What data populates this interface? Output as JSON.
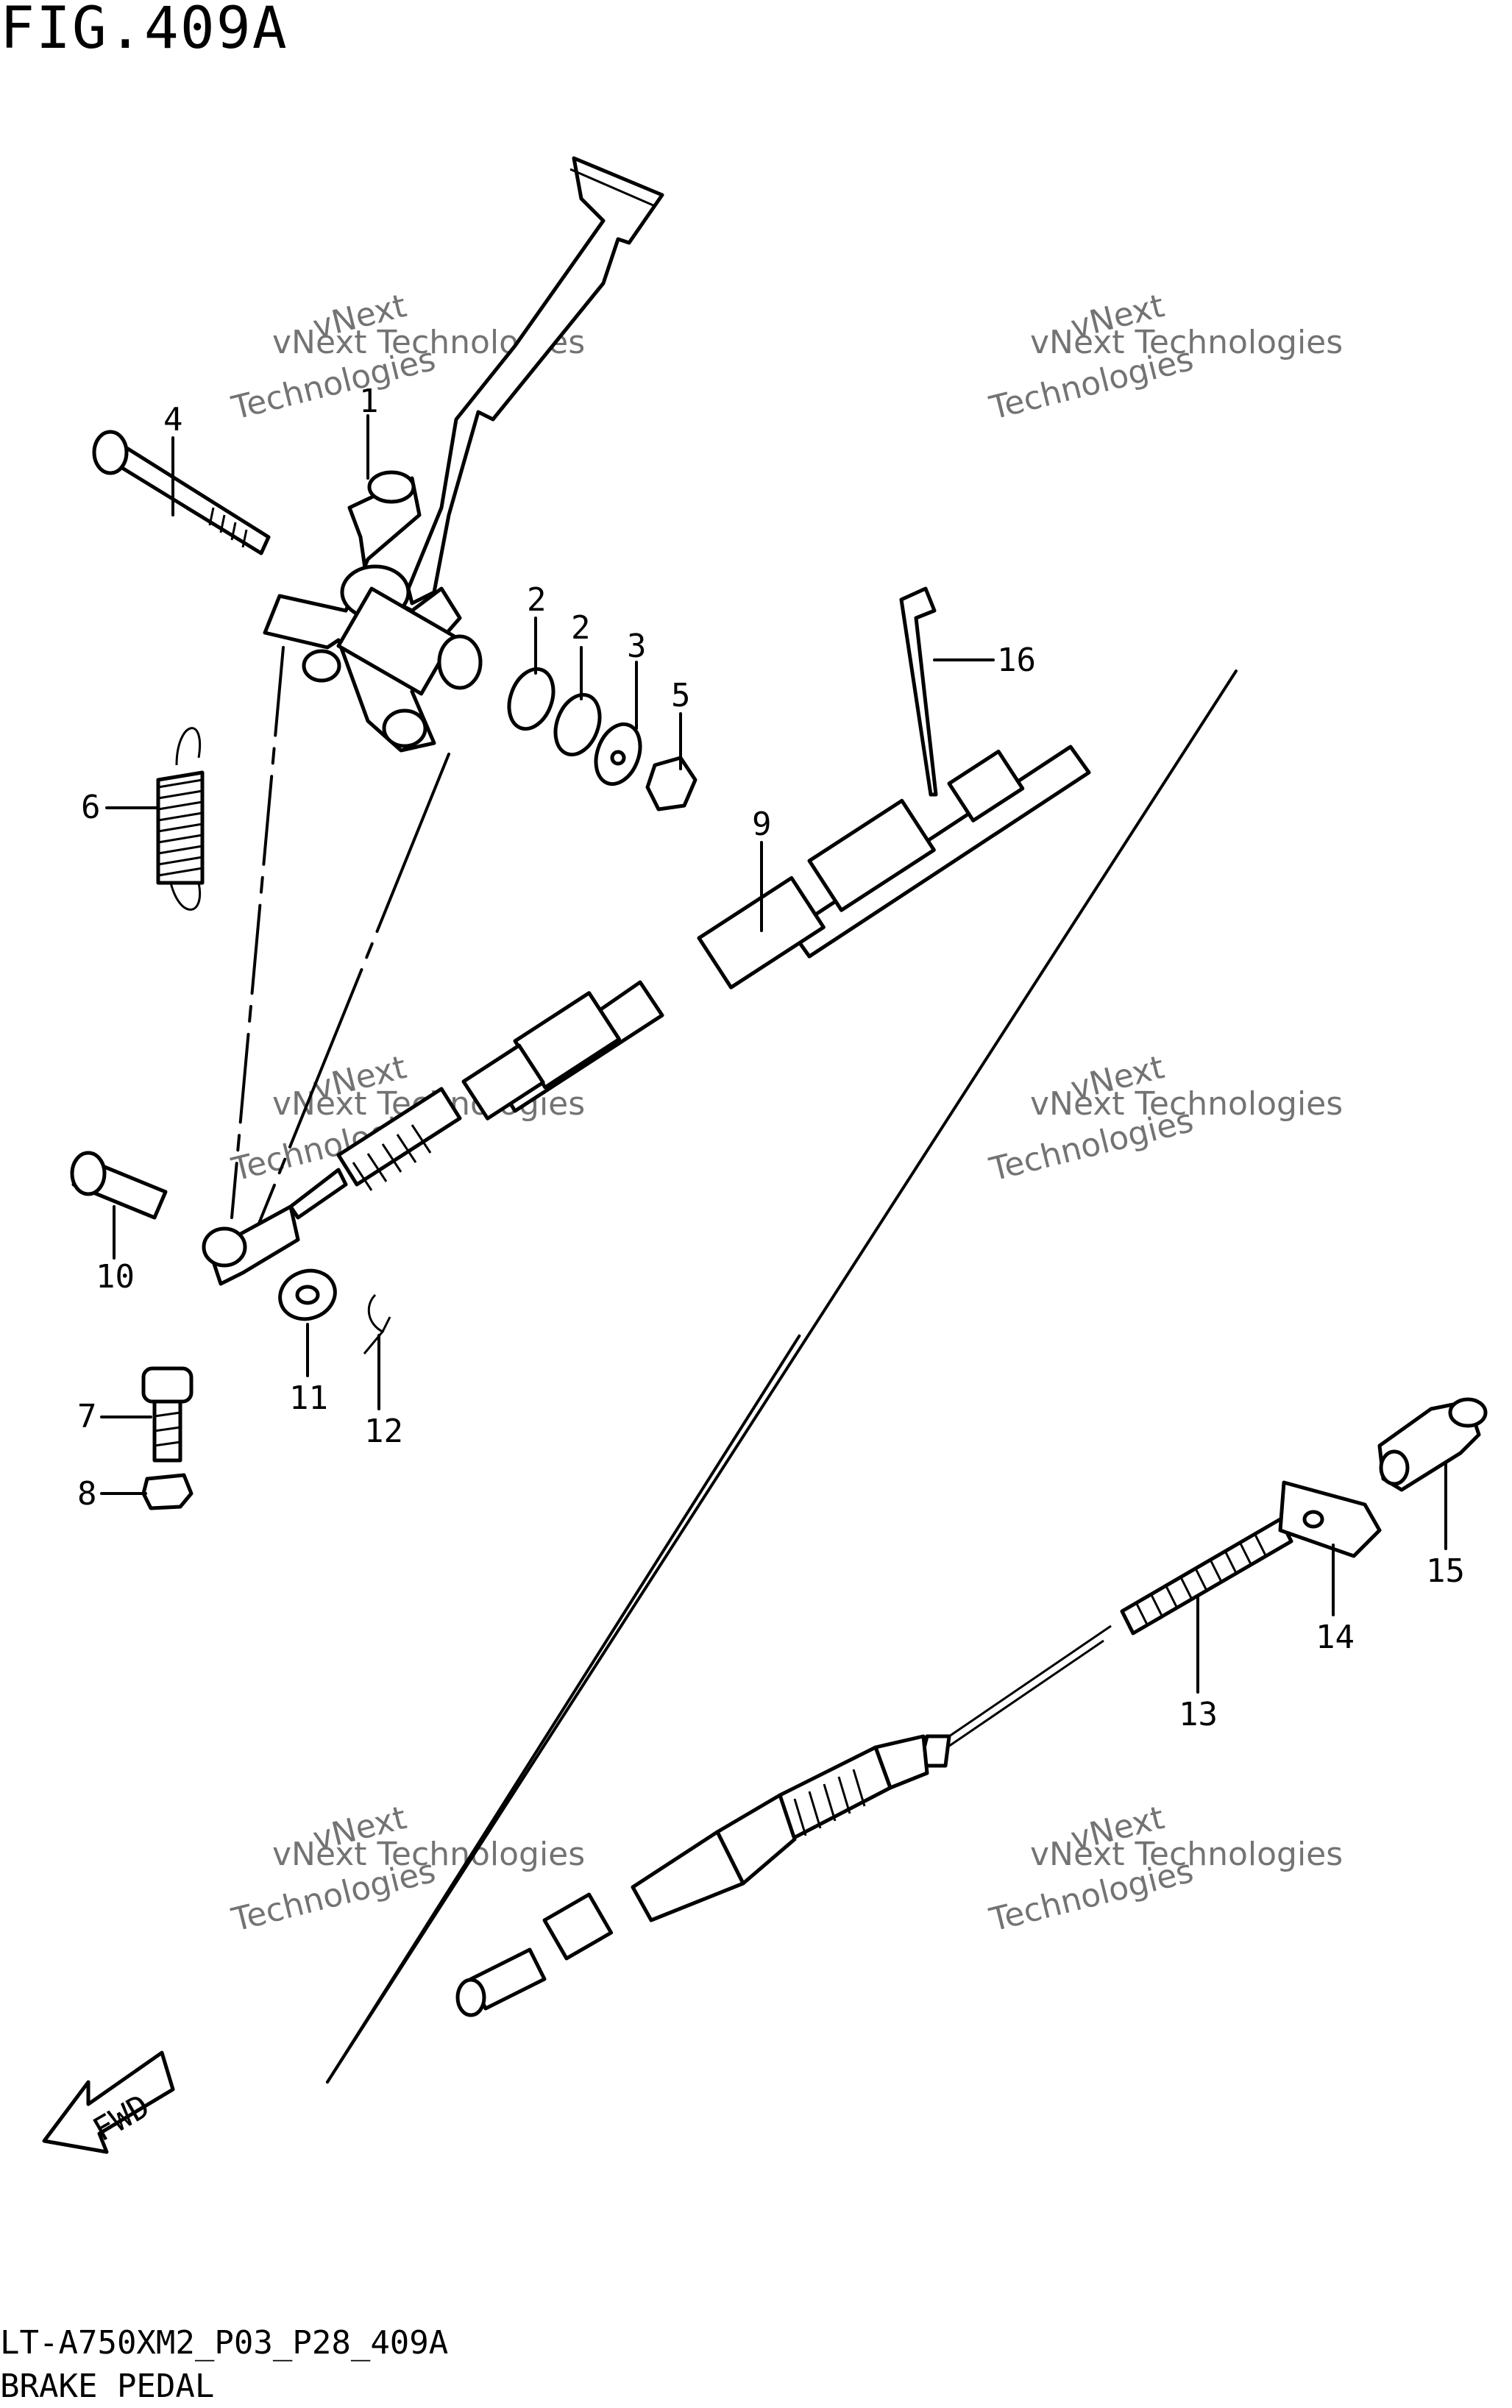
{
  "figure": {
    "title": "FIG.409A",
    "code": "LT-A750XM2_P03_P28_409A",
    "name": "BRAKE PEDAL"
  },
  "callouts": [
    "1",
    "2",
    "2",
    "3",
    "4",
    "5",
    "6",
    "7",
    "8",
    "9",
    "10",
    "11",
    "12",
    "13",
    "14",
    "15",
    "16"
  ],
  "watermark": {
    "small": "vNext Technologies",
    "large": "Technologies",
    "brand": "vNext"
  },
  "fwd_label": "FWD"
}
